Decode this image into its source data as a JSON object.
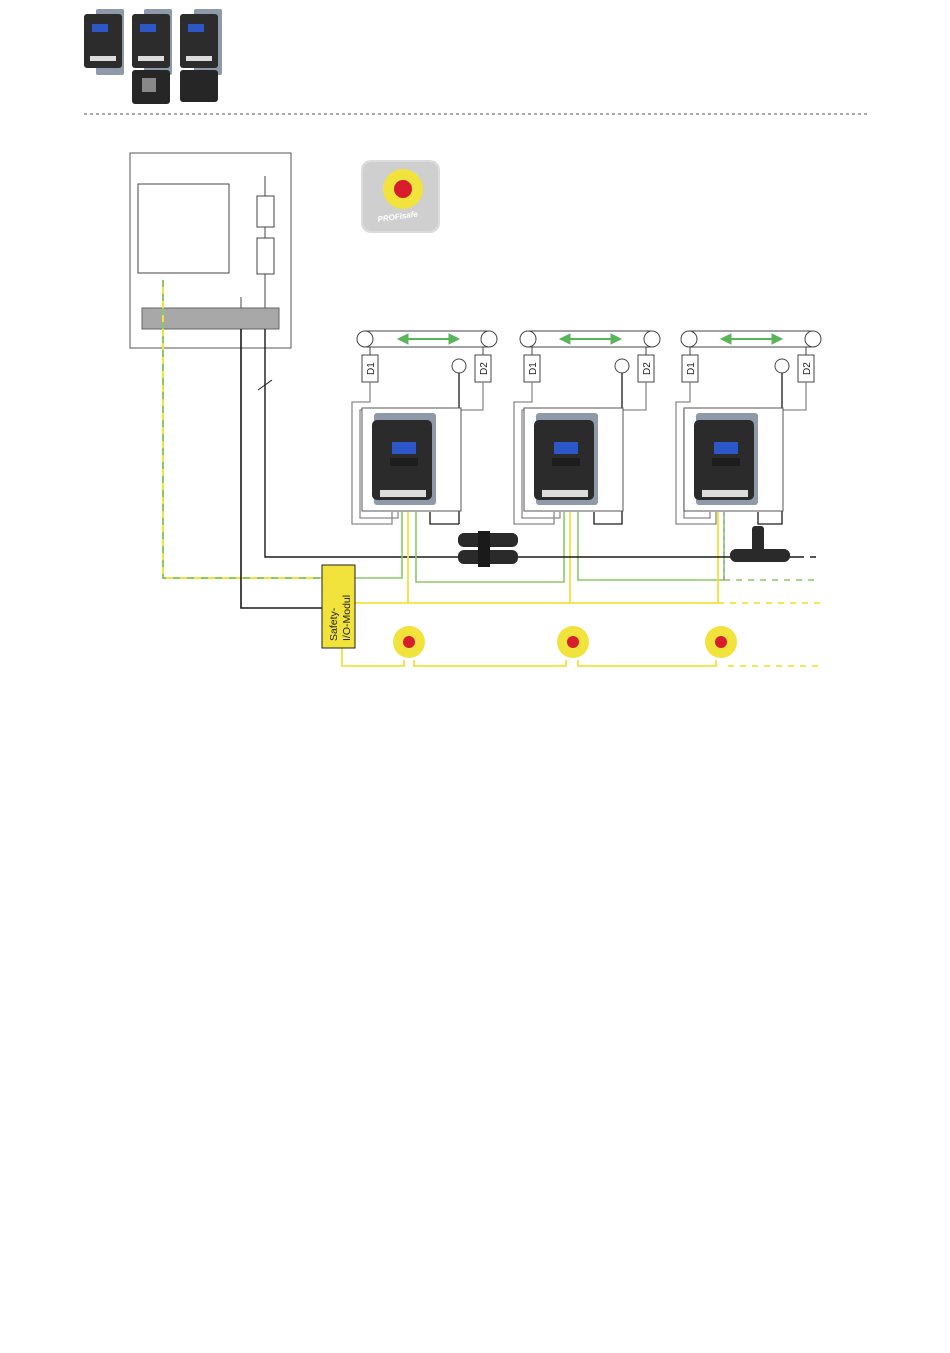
{
  "colors": {
    "ethernet": "#1a1a1a",
    "safety_bus": "#f2e23c",
    "field_bus": "#8cc865",
    "earth_green": "#8cc865",
    "earth_yellow": "#f2e23c",
    "encoder_wire": "#8a8a8a",
    "motion_arrow": "#5ab55a",
    "estop_yellow": "#f2e23c",
    "estop_red": "#d81e2c",
    "module_fill": "#f2e23c",
    "panel_bar": "#a8a8a8",
    "drive_body": "#2b2b2b"
  },
  "profisafe_badge": {
    "label": "PROFIsafe"
  },
  "safety_module": {
    "line1": "Safety-",
    "line2": "I/O-Modul"
  },
  "conveyors": [
    {
      "sensor_left": "D1",
      "sensor_right": "D2"
    },
    {
      "sensor_left": "D1",
      "sensor_right": "D2"
    },
    {
      "sensor_left": "D1",
      "sensor_right": "D2"
    }
  ]
}
